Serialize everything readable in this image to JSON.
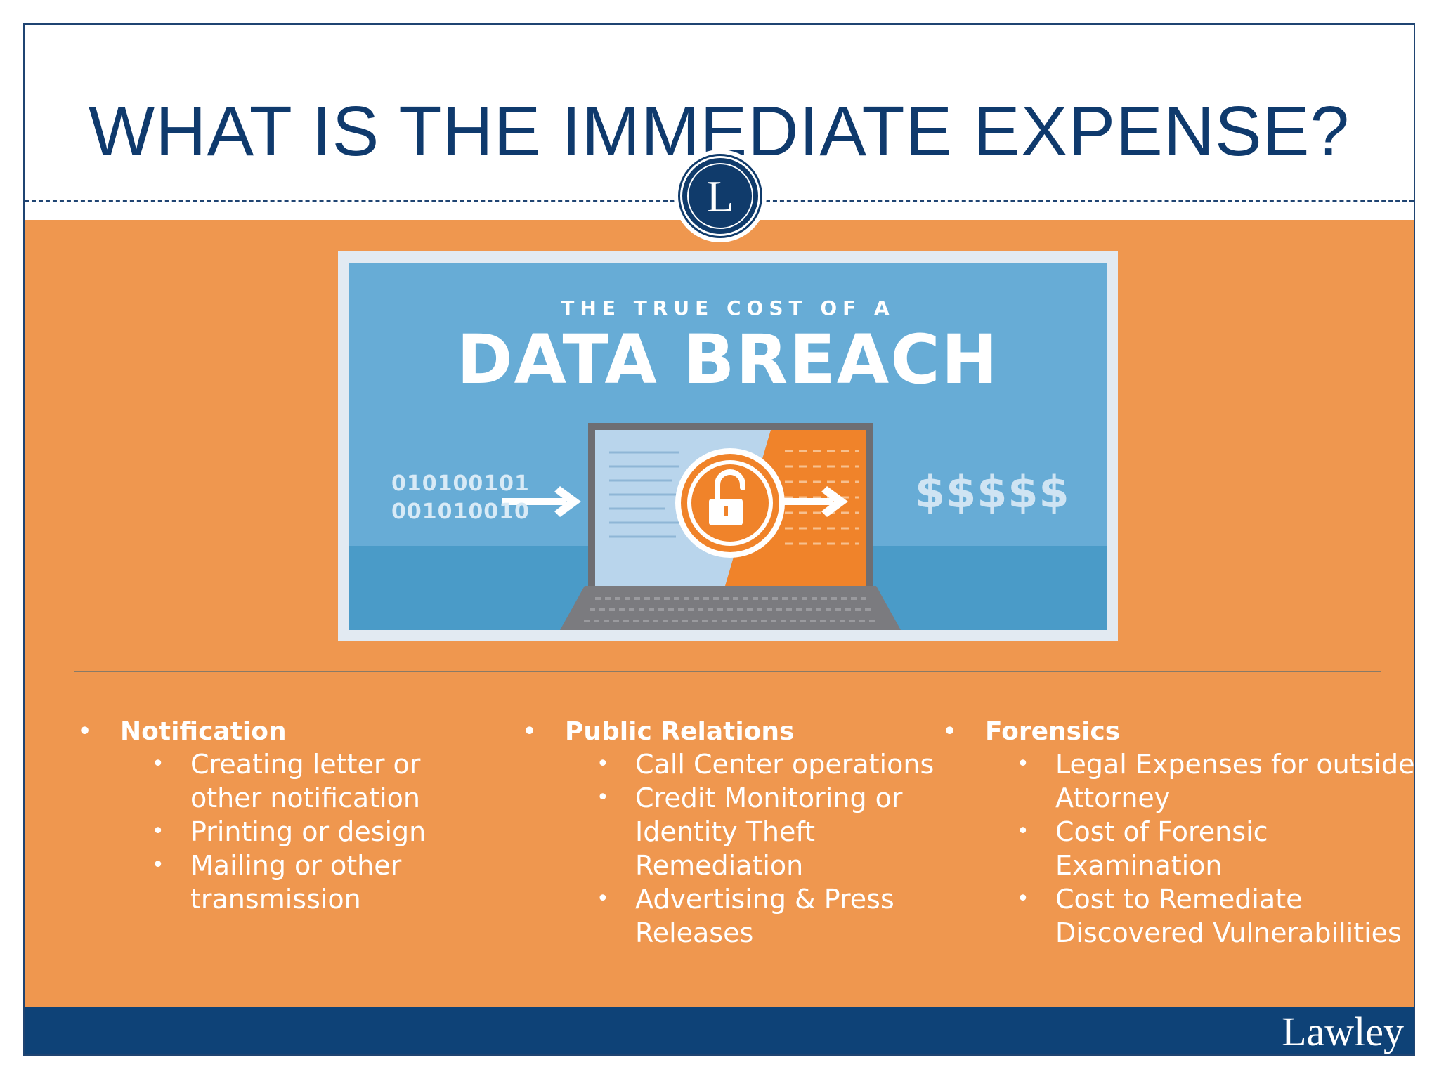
{
  "title": "WHAT IS THE IMMEDIATE EXPENSE?",
  "seal_letter": "L",
  "graphic": {
    "subtitle": "THE TRUE COST OF A",
    "headline": "DATA BREACH",
    "binary_line1": "010100101",
    "binary_line2": "001010010",
    "money": "$$$$$"
  },
  "columns": [
    {
      "heading": "Notification",
      "items": [
        "Creating letter or other notification",
        "Printing or design",
        "Mailing or other transmission"
      ]
    },
    {
      "heading": "Public Relations",
      "items": [
        "Call Center operations",
        "Credit Monitoring or Identity Theft Remediation",
        "Advertising & Press Releases"
      ]
    },
    {
      "heading": "Forensics",
      "items": [
        "Legal Expenses for outside Attorney",
        "Cost of Forensic Examination",
        "Cost to Remediate Discovered Vulnerabilities"
      ]
    }
  ],
  "bullet": "•",
  "footer_logo": "Lawley",
  "colors": {
    "navy": "#0f3a6d",
    "orange": "#ef974f",
    "graphic_blue": "#67acd6",
    "graphic_orange": "#f0832a"
  }
}
